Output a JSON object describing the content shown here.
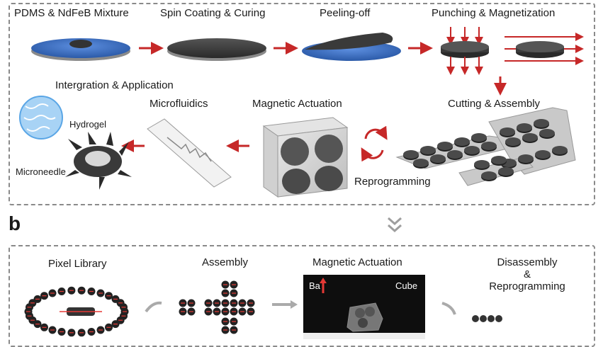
{
  "panel_a": {
    "steps": {
      "mixture": "PDMS & NdFeB Mixture",
      "spin": "Spin Coating & Curing",
      "peel": "Peeling-off",
      "punch": "Punching & Magnetization",
      "integration": "Intergration & Application",
      "microfluidics": "Microfluidics",
      "actuation": "Magnetic Actuation",
      "cutting": "Cutting & Assembly",
      "hydrogel": "Hydrogel",
      "microneedle": "Microneedle",
      "reprogramming": "Reprogramming"
    }
  },
  "panel_b": {
    "letter": "b",
    "pixel_library": "Pixel Library",
    "assembly": "Assembly",
    "actuation": "Magnetic Actuation",
    "field_label": "Ba",
    "cube_label": "Cube",
    "disassembly_1": "Disassembly",
    "disassembly_2": "&",
    "disassembly_3": "Reprogramming"
  },
  "colors": {
    "arrow_red": "#c62828",
    "disc_blue": "#3f73c9",
    "disc_dark": "#3d3d3d",
    "border": "#8a8a8a"
  }
}
